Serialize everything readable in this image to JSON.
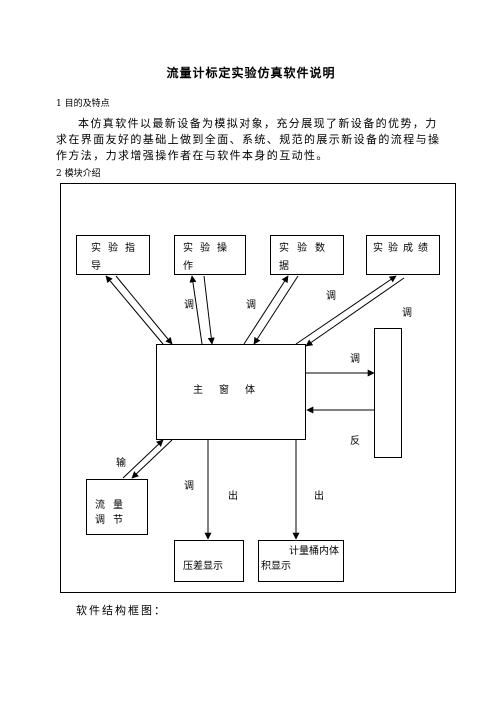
{
  "doc": {
    "title": "流量计标定实验仿真软件说明",
    "section1_heading": "1 目的及特点",
    "section1_body": "本仿真软件以最新设备为模拟对象，充分展现了新设备的优势，力求在界面友好的基础上做到全面、系统、规范的展示新设备的流程与操作方法，力求增强操作者在与软件本身的互动性。",
    "section2_heading": "2 模块介绍",
    "caption": "软件结构框图："
  },
  "diagram": {
    "boxes": {
      "guide": "实验指导",
      "operate": "实验操作",
      "data": "实验数据",
      "score": "实验成绩",
      "main": "主窗体",
      "flow": "流量调节",
      "pressure": "压差显示",
      "volume": "计量桶内体积显示"
    },
    "labels": {
      "call1": "调",
      "call2": "调",
      "call3": "调",
      "call4": "调",
      "call5": "调",
      "call6": "调",
      "feedback": "反",
      "input": "输",
      "out1": "出",
      "out2": "出"
    }
  }
}
